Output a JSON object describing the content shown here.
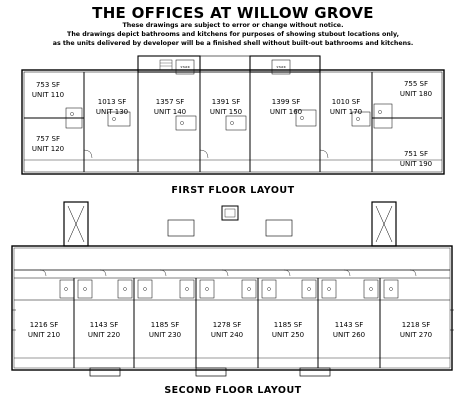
{
  "title": "THE OFFICES AT WILLOW GROVE",
  "notes": [
    "These drawings are subject to error or change without notice.",
    "The drawings depict bathrooms and kitchens for purposes of showing stubout locations only,",
    "as the units delivered by developer will be a finished shell without built-out bathrooms and kitchens."
  ],
  "first_floor": {
    "label": "FIRST FLOOR LAYOUT",
    "units": [
      {
        "sf": "753 SF",
        "unit": "UNIT 110"
      },
      {
        "sf": "757 SF",
        "unit": "UNIT 120"
      },
      {
        "sf": "1013 SF",
        "unit": "UNIT 130"
      },
      {
        "sf": "1357 SF",
        "unit": "UNIT 140"
      },
      {
        "sf": "1391 SF",
        "unit": "UNIT 150"
      },
      {
        "sf": "1399 SF",
        "unit": "UNIT 160"
      },
      {
        "sf": "1010 SF",
        "unit": "UNIT 170"
      },
      {
        "sf": "755 SF",
        "unit": "UNIT 180"
      },
      {
        "sf": "751 SF",
        "unit": "UNIT 190"
      }
    ]
  },
  "second_floor": {
    "label": "SECOND FLOOR LAYOUT",
    "units": [
      {
        "sf": "1216 SF",
        "unit": "UNIT 210"
      },
      {
        "sf": "1143 SF",
        "unit": "UNIT 220"
      },
      {
        "sf": "1185 SF",
        "unit": "UNIT 230"
      },
      {
        "sf": "1278 SF",
        "unit": "UNIT 240"
      },
      {
        "sf": "1185 SF",
        "unit": "UNIT 250"
      },
      {
        "sf": "1143 SF",
        "unit": "UNIT 260"
      },
      {
        "sf": "1218 SF",
        "unit": "UNIT 270"
      }
    ]
  }
}
